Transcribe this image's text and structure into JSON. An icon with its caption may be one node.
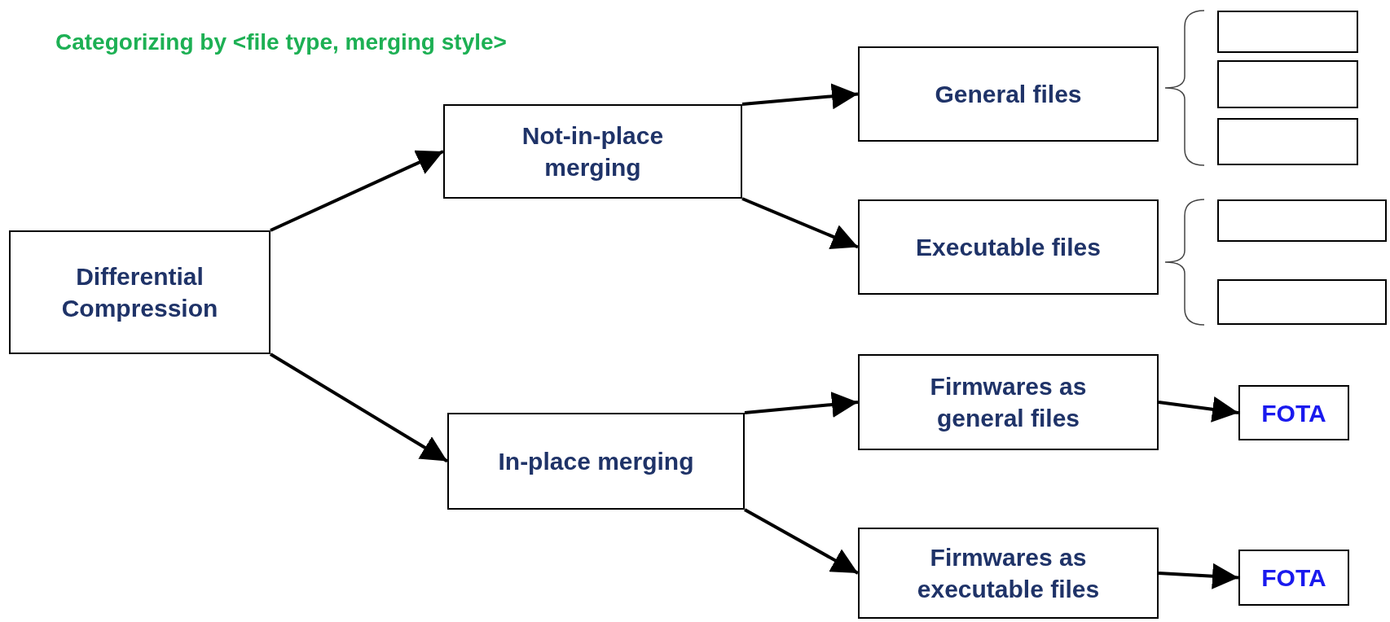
{
  "diagram": {
    "title": "Categorizing by <file type, merging style>",
    "nodes": [
      {
        "text": [
          "Differential Compression"
        ]
      },
      {
        "text": [
          "Not-in-place merging"
        ]
      },
      {
        "text": [
          "In-place merging"
        ]
      },
      {
        "text": [
          "General files"
        ]
      },
      {
        "text": [
          "Executable files"
        ]
      },
      {
        "text": [
          "Firmwares as general files"
        ]
      },
      {
        "text": [
          "Firmwares as executable files"
        ]
      },
      {
        "text": [],
        "shape": "box"
      },
      {
        "text": [],
        "shape": "box"
      },
      {
        "text": [],
        "shape": "box"
      },
      {
        "text": [],
        "shape": "box"
      },
      {
        "text": [],
        "shape": "box"
      },
      {
        "text": [
          "FOTA"
        ]
      },
      {
        "text": [
          "FOTA"
        ]
      }
    ],
    "edges": [
      {
        "from": 0,
        "to": 1,
        "arrow": "to"
      },
      {
        "from": 0,
        "to": 2,
        "arrow": "to"
      },
      {
        "from": 1,
        "to": 3,
        "arrow": "to"
      },
      {
        "from": 1,
        "to": 4,
        "arrow": "to"
      },
      {
        "from": 2,
        "to": 5,
        "arrow": "to"
      },
      {
        "from": 2,
        "to": 6,
        "arrow": "to"
      },
      {
        "from": 5,
        "to": 12,
        "arrow": "to"
      },
      {
        "from": 6,
        "to": 13,
        "arrow": "to"
      }
    ]
  }
}
